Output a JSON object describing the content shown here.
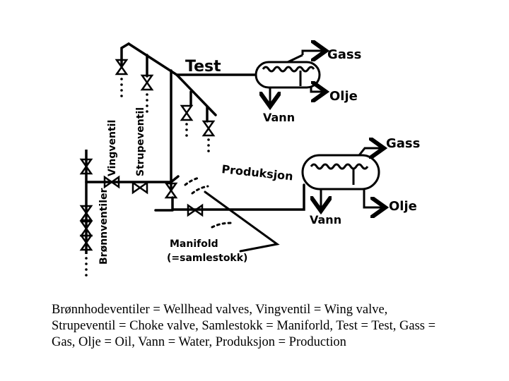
{
  "labels": {
    "test": "Test",
    "gas_top": "Gass",
    "oil_top": "Olje",
    "water_top": "Vann",
    "production": "Produksjon",
    "gas_bottom": "Gass",
    "oil_bottom": "Olje",
    "water_bottom": "Vann",
    "wing_valve": "Vingventil",
    "choke_valve": "Strupeventil",
    "wellhead_valves": "Brønnventiler",
    "manifold_line1": "Manifold",
    "manifold_line2": "(=samlestokk)"
  },
  "caption": {
    "line1": "Brønnhodeventiler = Wellhead valves, Vingventil = Wing valve,",
    "line2": "Strupeventil = Choke valve, Samlestokk = Maniforld, Test = Test, Gass =",
    "line3": "Gas, Olje = Oil, Vann = Water, Produksjon = Production"
  }
}
